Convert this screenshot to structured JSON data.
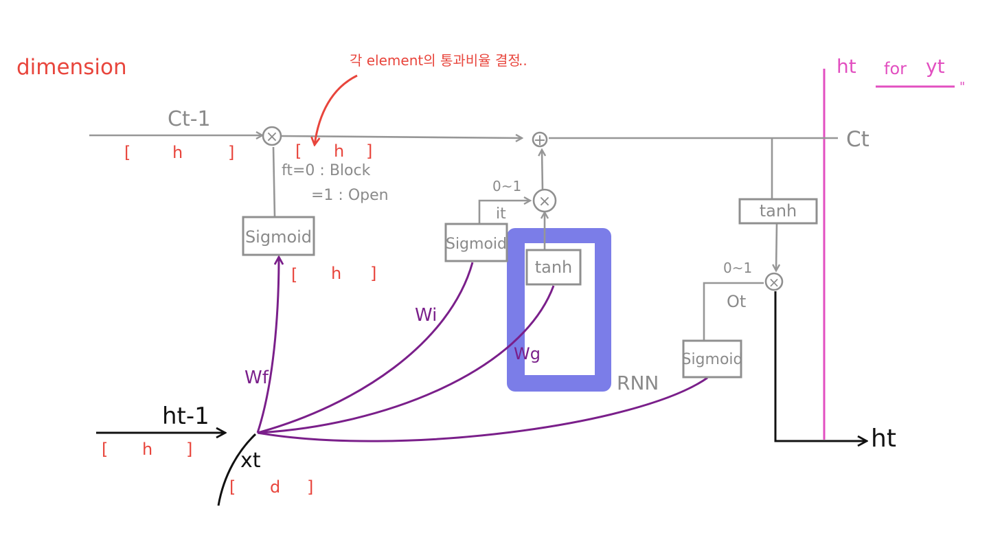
{
  "labels": {
    "dimension": "dimension",
    "note_top": "각 element의 통과비율 결정",
    "ht_for_yt_h": "ht",
    "ht_for_yt_for": "for",
    "ht_for_yt_y": "yt",
    "c_prev": "Ct-1",
    "c_t": "Ct",
    "h_prev": "ht-1",
    "x_t": "xt",
    "h_t": "ht",
    "ft_block": "ft=0  : Block",
    "ft_open": "=1  : Open",
    "i_range": "0~1",
    "i_t": "it",
    "o_range": "0~1",
    "o_t": "Ot",
    "w_f": "Wf",
    "w_i": "Wi",
    "w_g": "Wg",
    "rnn": "RNN"
  },
  "brackets": {
    "c_prev_dim": [
      "[",
      "h",
      "]"
    ],
    "c_mid_dim": [
      "[",
      "h",
      "]"
    ],
    "f_dim": [
      "[",
      "h",
      "]"
    ],
    "h_prev_dim": [
      "[",
      "h",
      "]"
    ],
    "x_dim": [
      "[",
      "d",
      "]"
    ]
  },
  "boxes": {
    "sigmoid_f": "Sigmoid",
    "sigmoid_i": "Sigmoid",
    "tanh_g": "tanh",
    "tanh_c": "tanh",
    "sigmoid_o": "Sigmoid"
  },
  "ops": {
    "forget_mul": "×",
    "cell_add": "+",
    "input_mul": "×",
    "output_mul": "×"
  },
  "colors": {
    "red": "#e8453c",
    "gray": "#8a8a8a",
    "purple": "#7a1f8a",
    "black": "#111111",
    "pink": "#e24fc0",
    "highlight_blue": "#7b7de8"
  }
}
